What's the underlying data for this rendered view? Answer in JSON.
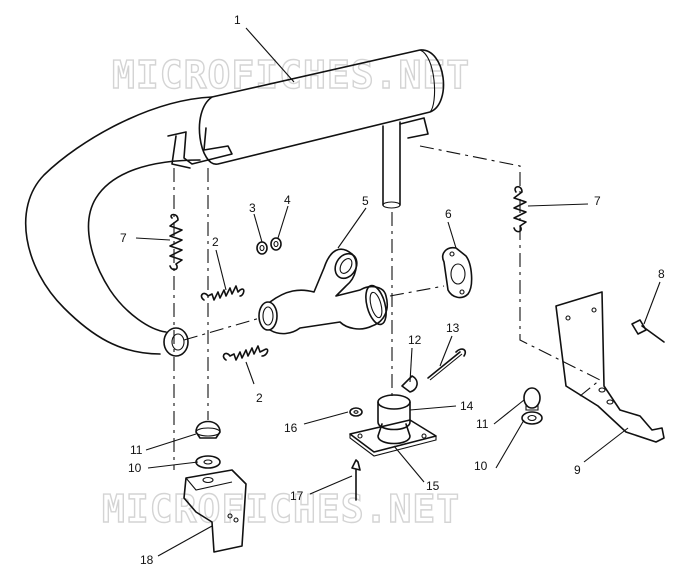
{
  "watermark": {
    "text": "MICROFICHES.NET"
  },
  "callouts": {
    "p1": "1",
    "p2a": "2",
    "p2b": "2",
    "p3": "3",
    "p4": "4",
    "p5": "5",
    "p6": "6",
    "p7a": "7",
    "p7b": "7",
    "p8": "8",
    "p9": "9",
    "p10a": "10",
    "p10b": "10",
    "p11a": "11",
    "p11b": "11",
    "p12": "12",
    "p13": "13",
    "p14": "14",
    "p15": "15",
    "p16": "16",
    "p17": "17",
    "p18": "18"
  },
  "colors": {
    "line": "#111111",
    "background": "#ffffff",
    "watermark_outline": "#d4d4d4"
  }
}
